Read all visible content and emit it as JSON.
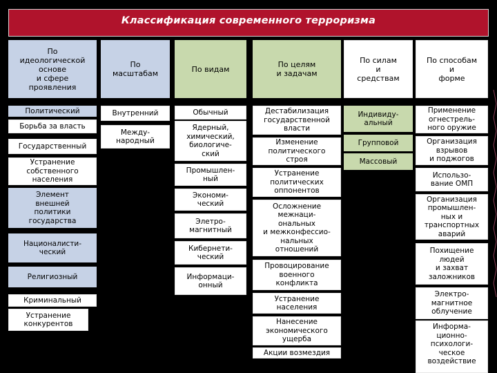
{
  "title": "Классификация современного терроризма",
  "headers": [
    "По\nидеологической\nоснове\nи сфере\nпроявления",
    "По\nмасштабам",
    "По видам",
    "По целям\nи задачам",
    "По силам\nи\nсредствам",
    "По способам\nи\nформе"
  ],
  "ideology": [
    "Политический",
    "Борьба за власть",
    "Государственный",
    "Устранение\nсобственного\nнаселения",
    "Элемент\nвнешней\nполитики\nгосударства",
    "Националисти-\nческий",
    "Религиозный",
    "Криминальный",
    "Устранение\nконкурентов"
  ],
  "scale": [
    "Внутренний",
    "Между-\nнародный"
  ],
  "types": [
    "Обычный",
    "Ядерный,\nхимический,\nбиологиче-\nский",
    "Промышлен-\nный",
    "Экономи-\nческий",
    "Элетро-\nмагнитный",
    "Кибернети-\nческий",
    "Информаци-\nонный"
  ],
  "goals": [
    "Дестабилизация\nгосударственной\nвласти",
    "Изменение\nполитического\nстроя",
    "Устранение\nполитических\nоппонентов",
    "Осложнение\nмежнаци-\nональных\nи межконфессио-\nнальных\nотношений",
    "Провоцирование\nвоенного\nконфликта",
    "Устранение\nнаселения",
    "Нанесение\nэкономического\nущерба",
    "Акции возмездия"
  ],
  "forces": [
    "Индивиду-\nальный",
    "Групповой",
    "Массовый"
  ],
  "methods": [
    "Применение\nогнестрель-\nного оружие",
    "Организация\nвзрывов\nи поджогов",
    "Использо-\nвание ОМП",
    "Организация\nпромышлен-\nных и\nтранспортных\nаварий",
    "Похищение\nлюдей\nи захват\nзаложников",
    "Электро-\nмагнитное\nоблучение",
    "Информа-\nционно-\nпсихологи-\nческое\nвоздействие"
  ]
}
